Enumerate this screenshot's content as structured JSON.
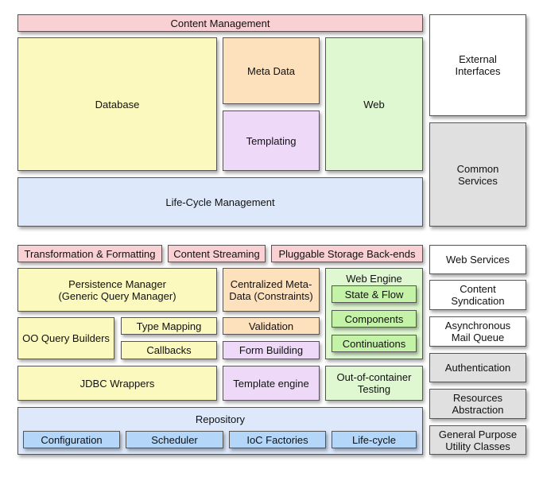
{
  "top": {
    "content_management": "Content Management",
    "database": "Database",
    "meta_data": "Meta Data",
    "templating": "Templating",
    "web": "Web",
    "life_cycle_management": "Life-Cycle Management",
    "external_interfaces": "External\nInterfaces",
    "common_services": "Common\nServices"
  },
  "bottom": {
    "transformation_formatting": "Transformation & Formatting",
    "content_streaming": "Content Streaming",
    "pluggable_storage": "Pluggable Storage Back-ends",
    "persistence_manager": "Persistence Manager\n(Generic Query Manager)",
    "centralized_meta_data": "Centralized Meta-\nData (Constraints)",
    "web_engine": "Web Engine",
    "state_flow": "State & Flow",
    "components": "Components",
    "continuations": "Continuations",
    "oo_query_builders": "OO Query Builders",
    "type_mapping": "Type Mapping",
    "callbacks": "Callbacks",
    "validation": "Validation",
    "form_building": "Form Building",
    "jdbc_wrappers": "JDBC Wrappers",
    "template_engine": "Template engine",
    "out_of_container_testing": "Out-of-container\nTesting",
    "repository": "Repository",
    "configuration": "Configuration",
    "scheduler": "Scheduler",
    "ioc_factories": "IoC Factories",
    "life_cycle": "Life-cycle"
  },
  "side": {
    "web_services": "Web Services",
    "content_syndication": "Content\nSyndication",
    "asynchronous_mail_queue": "Asynchronous\nMail Queue",
    "authentication": "Authentication",
    "resources_abstraction": "Resources\nAbstraction",
    "general_purpose_utility": "General Purpose\nUtility Classes"
  }
}
